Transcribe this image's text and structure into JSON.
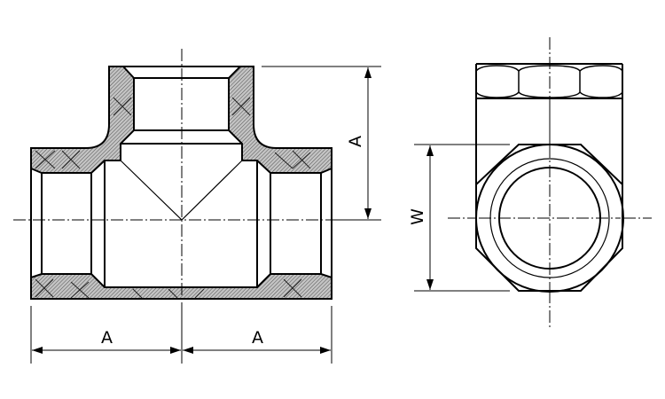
{
  "colors": {
    "line": "#000000",
    "hatch_bg": "#b8b8b8"
  },
  "dimensions": {
    "branch_height": "A",
    "run_left": "A",
    "run_right": "A",
    "hex_width": "W"
  }
}
